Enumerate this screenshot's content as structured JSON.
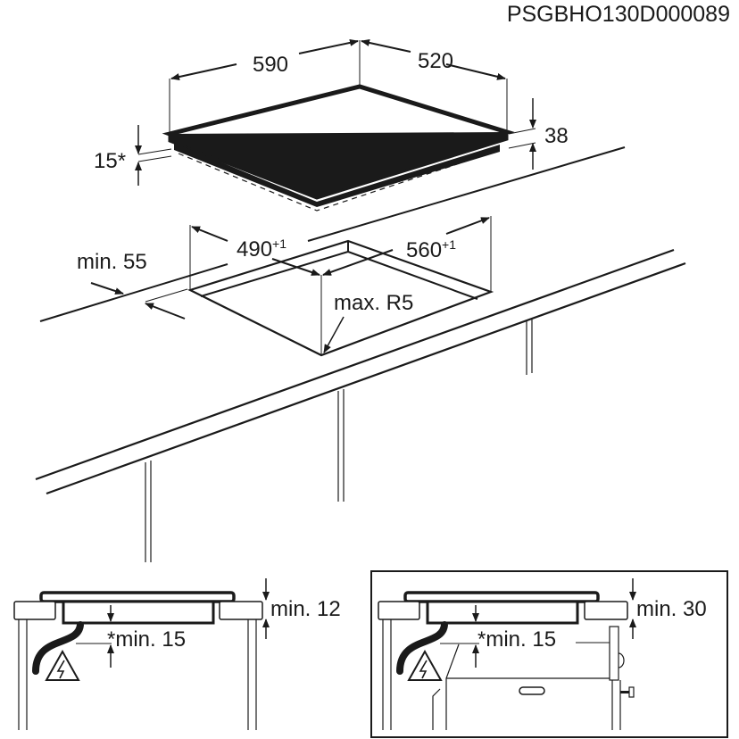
{
  "doc_code": "PSGBHO130D000089",
  "hob": {
    "width": "590",
    "depth": "520",
    "height": "38",
    "frame_height": "15*"
  },
  "cutout": {
    "width": "490",
    "width_tol": "+1",
    "depth": "560",
    "depth_tol": "+1",
    "edge_distance": "min. 55",
    "corner_radius": "max. R5"
  },
  "section_left": {
    "worktop_thickness": "min. 12",
    "clearance": "*min. 15"
  },
  "section_right": {
    "worktop_thickness": "min. 30",
    "clearance": "*min. 15"
  },
  "colors": {
    "line": "#1a1a1a",
    "background": "#ffffff"
  }
}
